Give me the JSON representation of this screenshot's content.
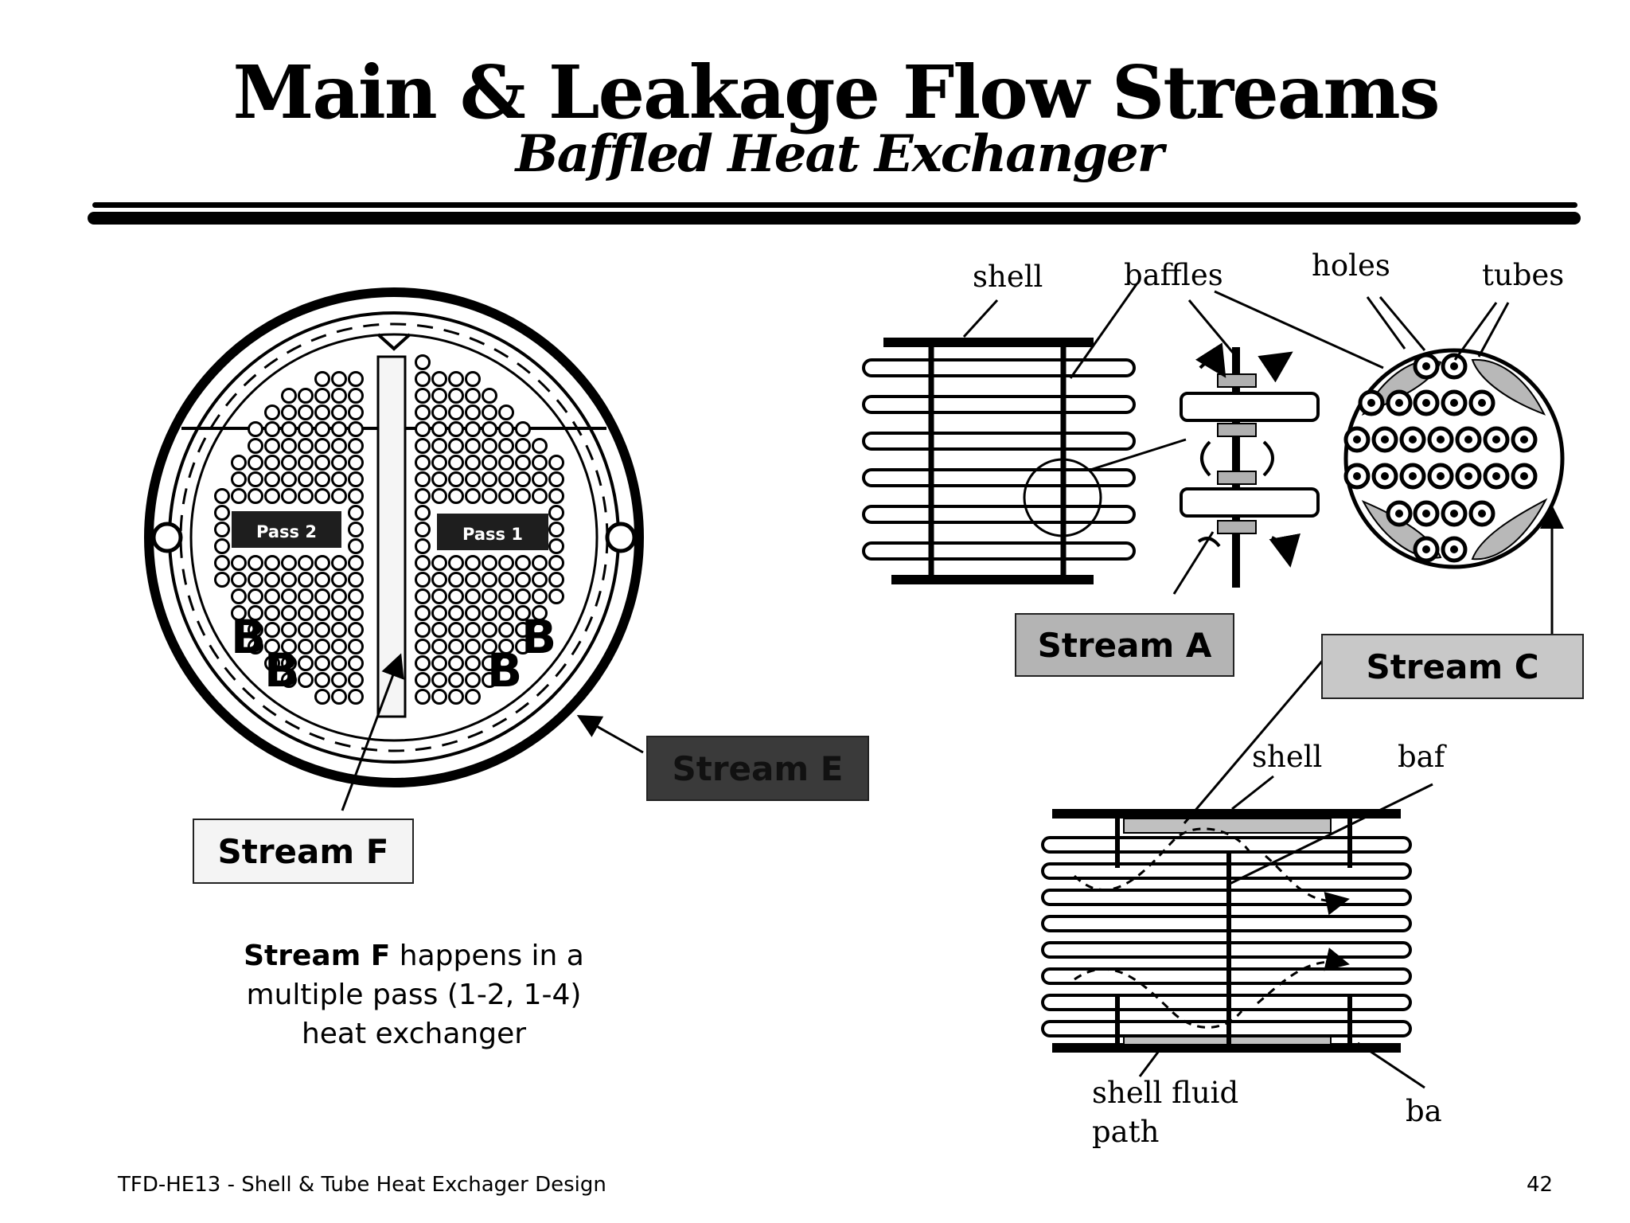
{
  "title": "Main & Leakage Flow Streams",
  "subtitle": "Baffled Heat Exchanger",
  "left_figure": {
    "pass_labels": [
      "Pass 2",
      "Pass 1"
    ],
    "bypass_letters": [
      "B",
      "B",
      "B",
      "B"
    ]
  },
  "top_right_figure": {
    "labels": [
      "shell",
      "baffles",
      "holes",
      "tubes"
    ]
  },
  "bottom_right_figure": {
    "labels": [
      "shell",
      "baf",
      "shell fluid",
      "path",
      "ba"
    ]
  },
  "stream_boxes": {
    "a": "Stream A",
    "c": "Stream C",
    "e": "Stream E",
    "f": "Stream F"
  },
  "box_colors": {
    "a": "#b4b4b4",
    "c": "#c8c8c8",
    "e": "#3a3a3a",
    "f": "#f4f4f4"
  },
  "description": {
    "bold": "Stream F",
    "rest_line1": " happens in a",
    "line2": "multiple pass (1-2, 1-4)",
    "line3": "heat exchanger"
  },
  "footer": {
    "left": "TFD-HE13 - Shell & Tube Heat Exchager Design",
    "page": "42"
  }
}
